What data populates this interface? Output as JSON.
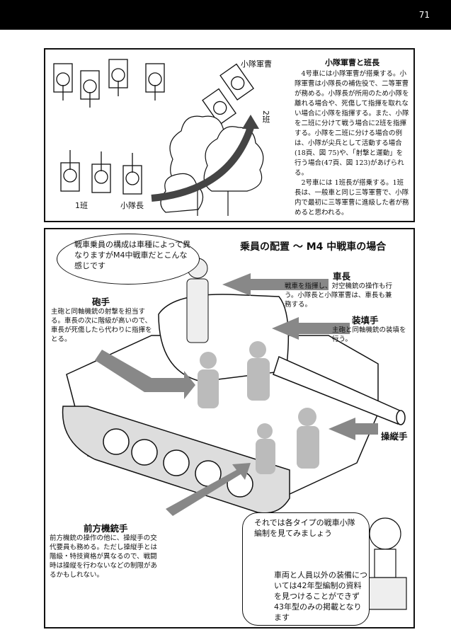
{
  "page_number": "71",
  "panel1": {
    "title": "小隊軍曹と班長",
    "paragraphs": [
      "4号車には小隊軍曹が搭乗する。小隊軍曹は小隊長の補佐役で、二等軍曹が務める。小隊長が所用のため小隊を離れる場合や、死傷して指揮を取れない場合に小隊を指揮する。また、小隊を二班に分けて戦う場合に2班を指揮する。小隊を二班に分ける場合の例は、小隊が尖兵として活動する場合(18頁、図 75)や、「射撃と運動」を行う場合(47頁、図 123)があげられる。",
      "2号車には 1班長が搭乗する。1班長は、一般車と同じ三等軍曹で、小隊内で最初に三等軍曹に進級した者が務めると思われる。"
    ],
    "labels": {
      "sergeant": "小隊軍曹",
      "squad2": "2班",
      "squad1": "1班",
      "leader": "小隊長"
    }
  },
  "panel2": {
    "title": "乗員の配置 ～ M4 中戦車の場合",
    "bubble_top": "戦車乗員の構成は車種によって異なりますがM4中戦車だとこんな感じです",
    "roles": {
      "commander": {
        "name": "車長",
        "desc": "戦車を指揮し、対空機銃の操作も行う。小隊長と小隊軍曹は、車長も兼務する。"
      },
      "loader": {
        "name": "装填手",
        "desc": "主砲と同軸機銃の装填を行う。"
      },
      "gunner": {
        "name": "砲手",
        "desc": "主砲と同軸機銃の射撃を担当する。車長の次に階級が高いので、車長が死傷したら代わりに指揮をとる。"
      },
      "driver": {
        "name": "操縦手",
        "desc": ""
      },
      "bow_gunner": {
        "name": "前方機銃手",
        "desc": "前方機銃の操作の他に、操縦手の交代要員も務める。ただし操縦手とは階級・特技資格が異なるので、戦闘時は操縦を行わないなどの制限があるかもしれない。"
      }
    },
    "bubble_bottom": {
      "line1": "それでは各タイプの戦車小隊編制を見てみましょう",
      "line2": "車両と人員以外の装備については42年型編制の資料を見つけることができず43年型のみの掲載となります"
    }
  }
}
